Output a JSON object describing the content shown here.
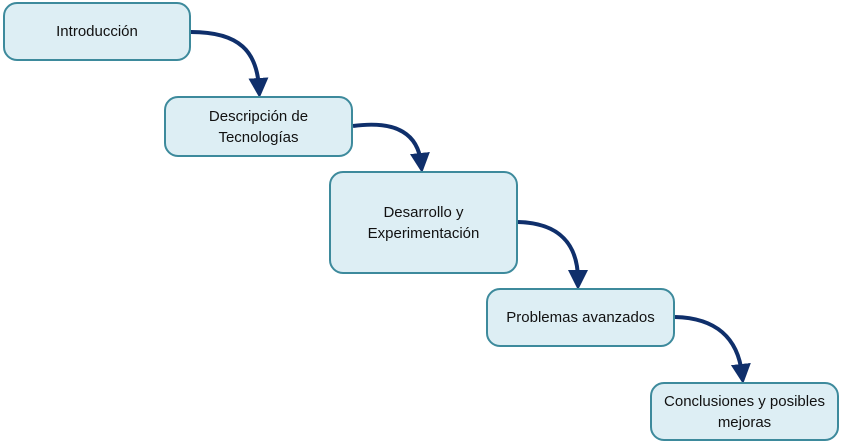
{
  "diagram": {
    "steps": [
      {
        "label": "Introducción"
      },
      {
        "label": "Descripción de\nTecnologías"
      },
      {
        "label": "Desarrollo y\nExperimentación"
      },
      {
        "label": "Problemas avanzados"
      },
      {
        "label": "Conclusiones y posibles\nmejoras"
      }
    ],
    "colors": {
      "box_fill": "#ddeef4",
      "box_border": "#3d8a9c",
      "arrow": "#0f2f6b"
    }
  }
}
